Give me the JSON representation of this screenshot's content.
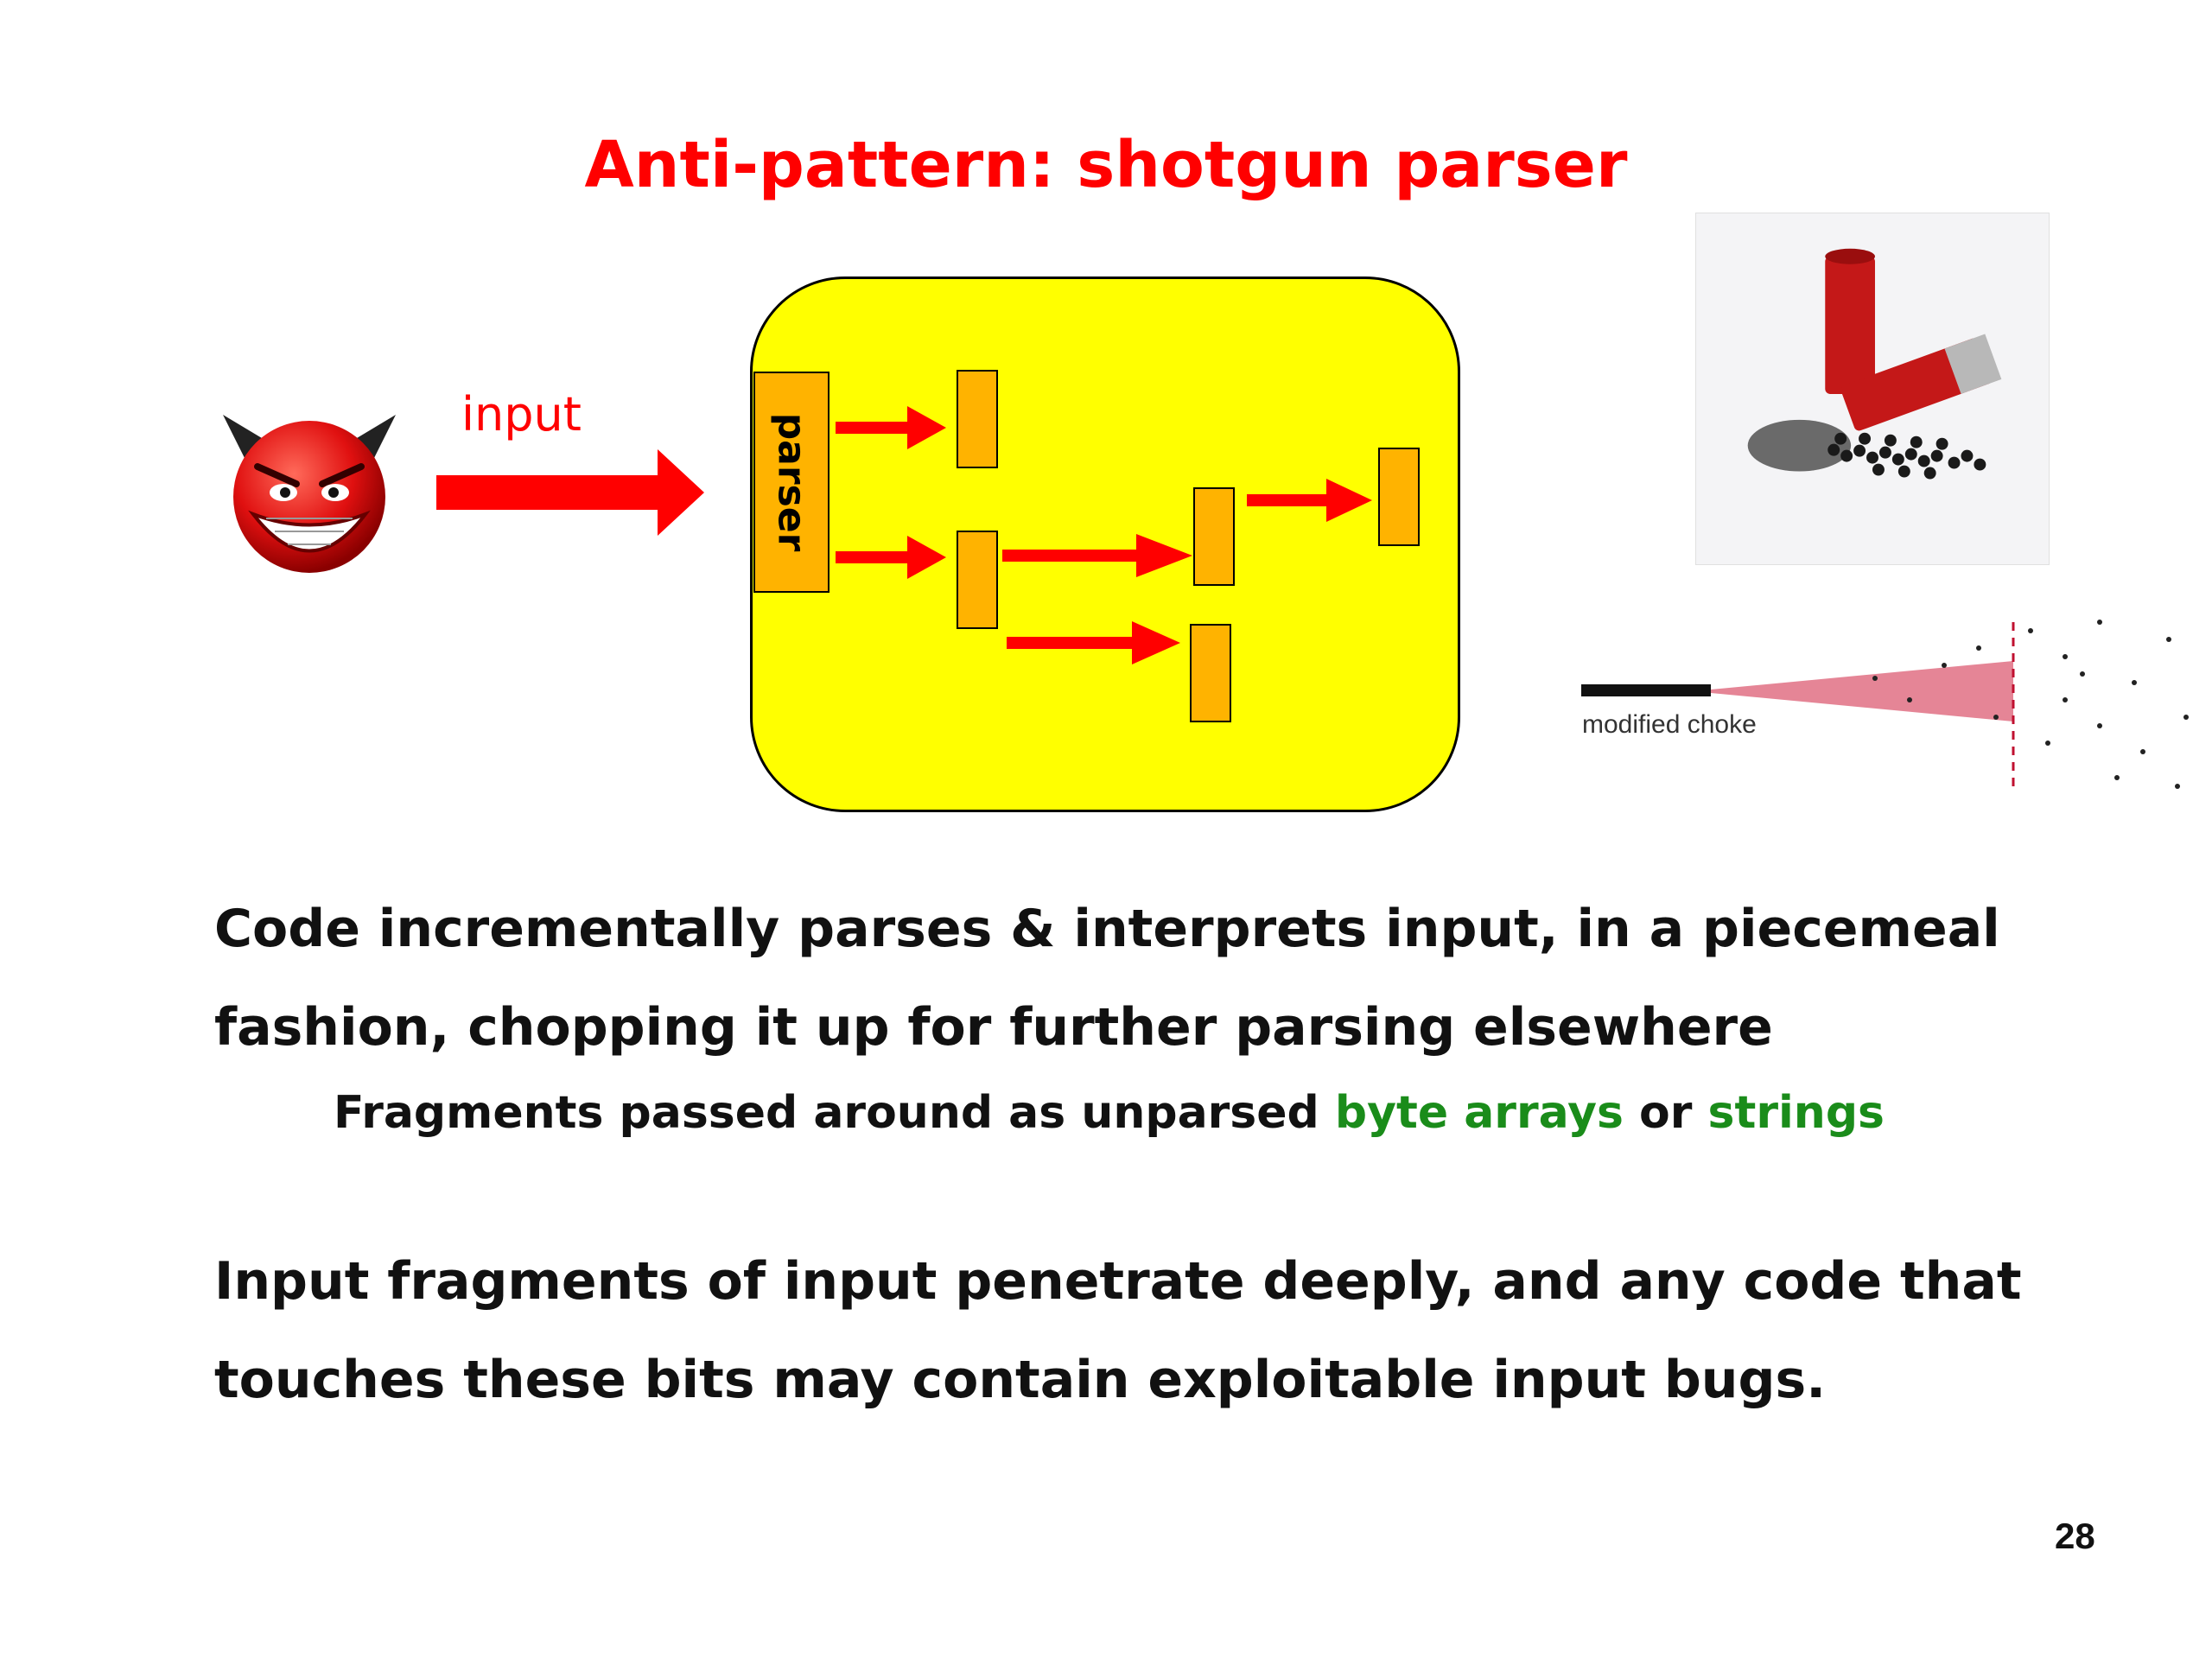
{
  "slide": {
    "title": "Anti-pattern: shotgun parser",
    "page_number": "28"
  },
  "diagram": {
    "input_label": "input",
    "parser_label": "parser",
    "choke_label": "modified choke"
  },
  "body": {
    "para1_line1": "Code incrementally parses & interprets input, in a piecemeal",
    "para1_line2": "fashion, chopping it up for further parsing elsewhere",
    "sub_prefix": "Fragments passed around as unparsed ",
    "sub_green1": "byte arrays",
    "sub_mid": " or ",
    "sub_green2": "strings",
    "para2_line1": "Input fragments of input penetrate deeply, and any code that",
    "para2_line2": "touches these bits may contain exploitable input bugs."
  },
  "colors": {
    "title": "#ff0000",
    "box_fill": "#ffff00",
    "block_fill": "#ffb300",
    "arrow": "#ff0000",
    "highlight": "#1a8c1a"
  }
}
